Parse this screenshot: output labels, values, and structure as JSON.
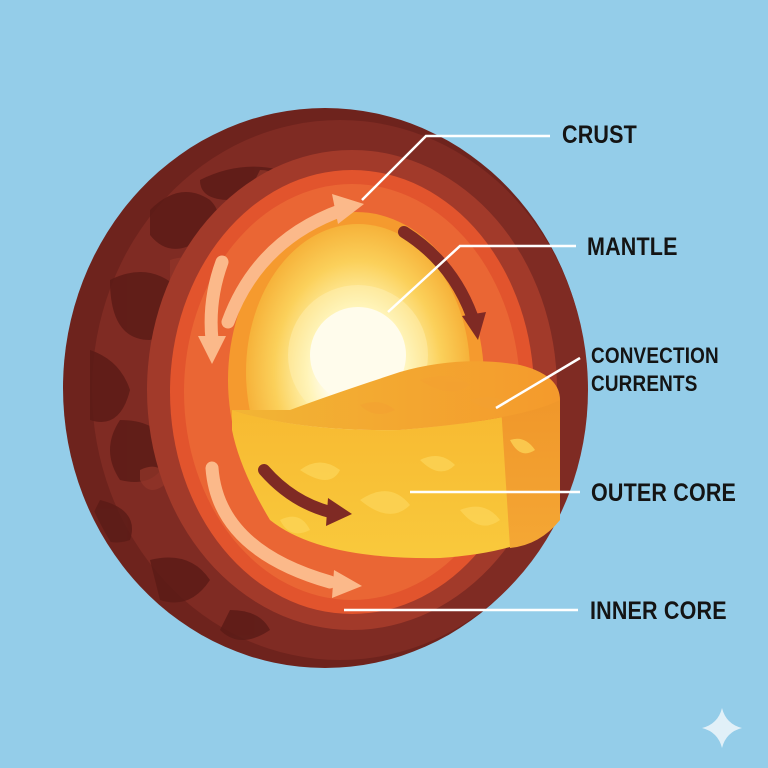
{
  "labels": {
    "crust": "CRUST",
    "mantle": "MANTLE",
    "convection_line1": "CONVECTION",
    "convection_line2": "CURRENTS",
    "outer_core": "OUTER CORE",
    "inner_core": "INNER CORE"
  },
  "colors": {
    "background": "#94cde9",
    "crust": "#7a2a22",
    "mantle": "#e2542d",
    "outer_core": "#f7a63a",
    "inner_core": "#ffffff",
    "arrow_light": "#fbb98a",
    "arrow_dark": "#7f2a24",
    "leader_line": "#ffffff"
  },
  "icons": {
    "corner_mark": "sparkle-icon"
  }
}
